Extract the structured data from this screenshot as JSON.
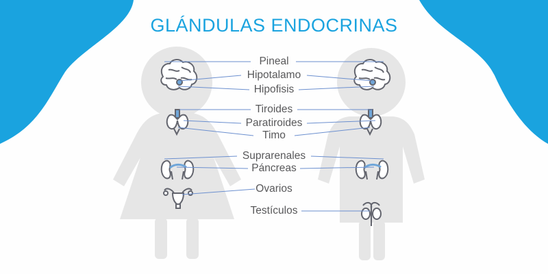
{
  "title": "GLÁNDULAS ENDOCRINAS",
  "colors": {
    "accent": "#1aa3df",
    "silhouette": "#e6e6e6",
    "organ_stroke": "#63656e",
    "organ_highlight": "#6fa6d9",
    "leader_line": "#6b8fcf",
    "label_text": "#58585a"
  },
  "figures": [
    {
      "id": "female",
      "organs": [
        "brain-icon",
        "thyroid-icon",
        "kidneys-icon",
        "uterus-icon"
      ]
    },
    {
      "id": "male",
      "organs": [
        "brain-icon",
        "thyroid-icon",
        "kidneys-icon",
        "testicles-icon"
      ]
    }
  ],
  "labels": {
    "pineal": "Pineal",
    "hipotalamo": "Hipotalamo",
    "hipofisis": "Hipofisis",
    "tiroides": "Tiroides",
    "paratiroides": "Paratiroides",
    "timo": "Timo",
    "suprarenales": "Suprarenales",
    "pancreas": "Páncreas",
    "ovarios": "Ovarios",
    "testiculos": "Testículos"
  }
}
